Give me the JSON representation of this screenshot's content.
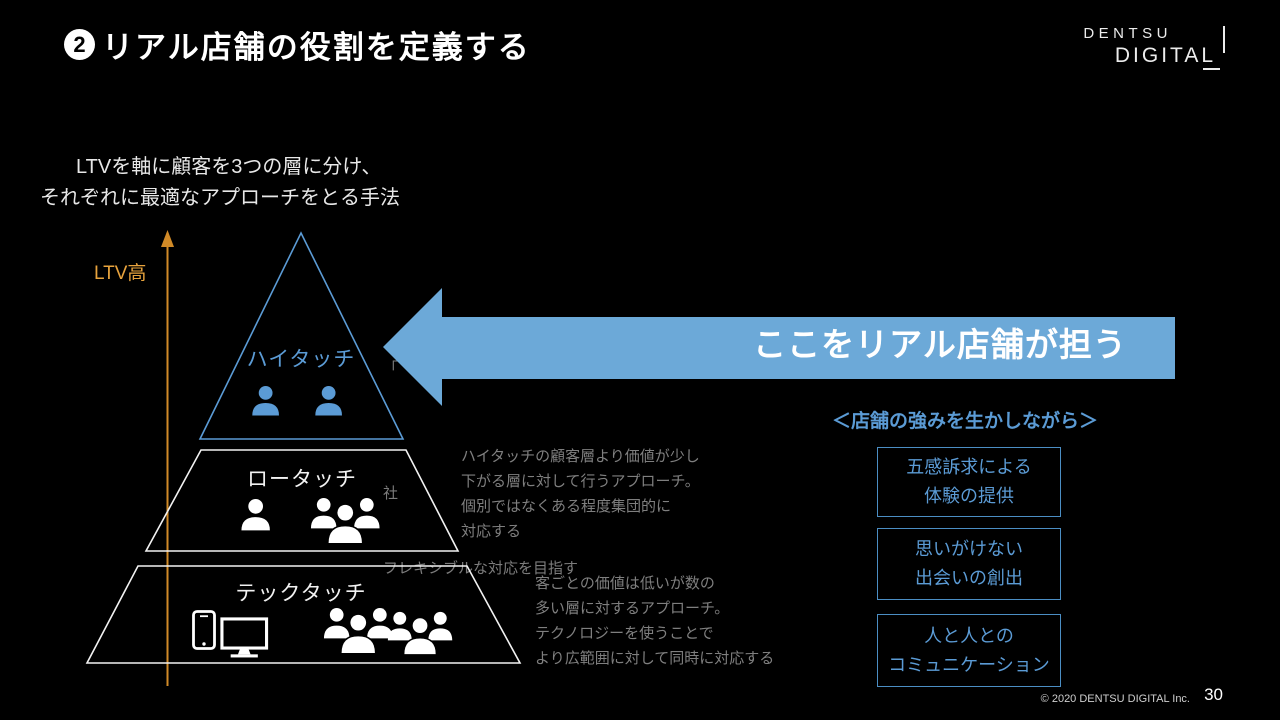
{
  "title": {
    "bullet_number": "2",
    "text": "リアル店舗の役割を定義する"
  },
  "logo": {
    "line1": "DENTSU",
    "line2": "DIGITAL"
  },
  "intro": {
    "line1": "LTVを軸に顧客を3つの層に分け、",
    "line2": "それぞれに最適なアプローチをとる手法"
  },
  "axis": {
    "label": "LTV高",
    "color": "#E8A33D"
  },
  "pyramid": {
    "tiers": [
      {
        "label": "ハイタッチ",
        "icons": [
          "person-icon",
          "person-icon"
        ],
        "outline_color": "#5B9BD5",
        "note_fragments": [
          "「",
          "",
          "社",
          "フレキシブルな対応を目指す"
        ]
      },
      {
        "label": "ロータッチ",
        "icons": [
          "person-icon",
          "people-group-icon"
        ],
        "outline_color": "#F2F2F2",
        "description": [
          "ハイタッチの顧客層より価値が少し",
          "下がる層に対して行うアプローチ。",
          "個別ではなくある程度集団的に",
          "対応する"
        ]
      },
      {
        "label": "テックタッチ",
        "icons": [
          "smartphone-icon",
          "monitor-icon",
          "people-group-icon",
          "people-group-icon"
        ],
        "outline_color": "#F2F2F2",
        "description": [
          "客ごとの価値は低いが数の",
          "多い層に対するアプローチ。",
          "テクノロジーを使うことで",
          "より広範囲に対して同時に対応する"
        ]
      }
    ]
  },
  "arrow": {
    "label": "ここをリアル店舗が担う",
    "color": "#6CA9D8"
  },
  "strengths": {
    "heading": "＜店舗の強みを生かしながら＞",
    "boxes": [
      {
        "line1": "五感訴求による",
        "line2": "体験の提供"
      },
      {
        "line1": "思いがけない",
        "line2": "出会いの創出"
      },
      {
        "line1": "人と人との",
        "line2": "コミュニケーション"
      }
    ]
  },
  "footer": {
    "copyright": "© 2020 DENTSU DIGITAL Inc.",
    "page": "30"
  },
  "colors": {
    "accent_blue": "#5B9BD5",
    "arrow_blue": "#6CA9D8",
    "axis_orange": "#E8A33D",
    "muted_gray": "#7F7F7F"
  }
}
